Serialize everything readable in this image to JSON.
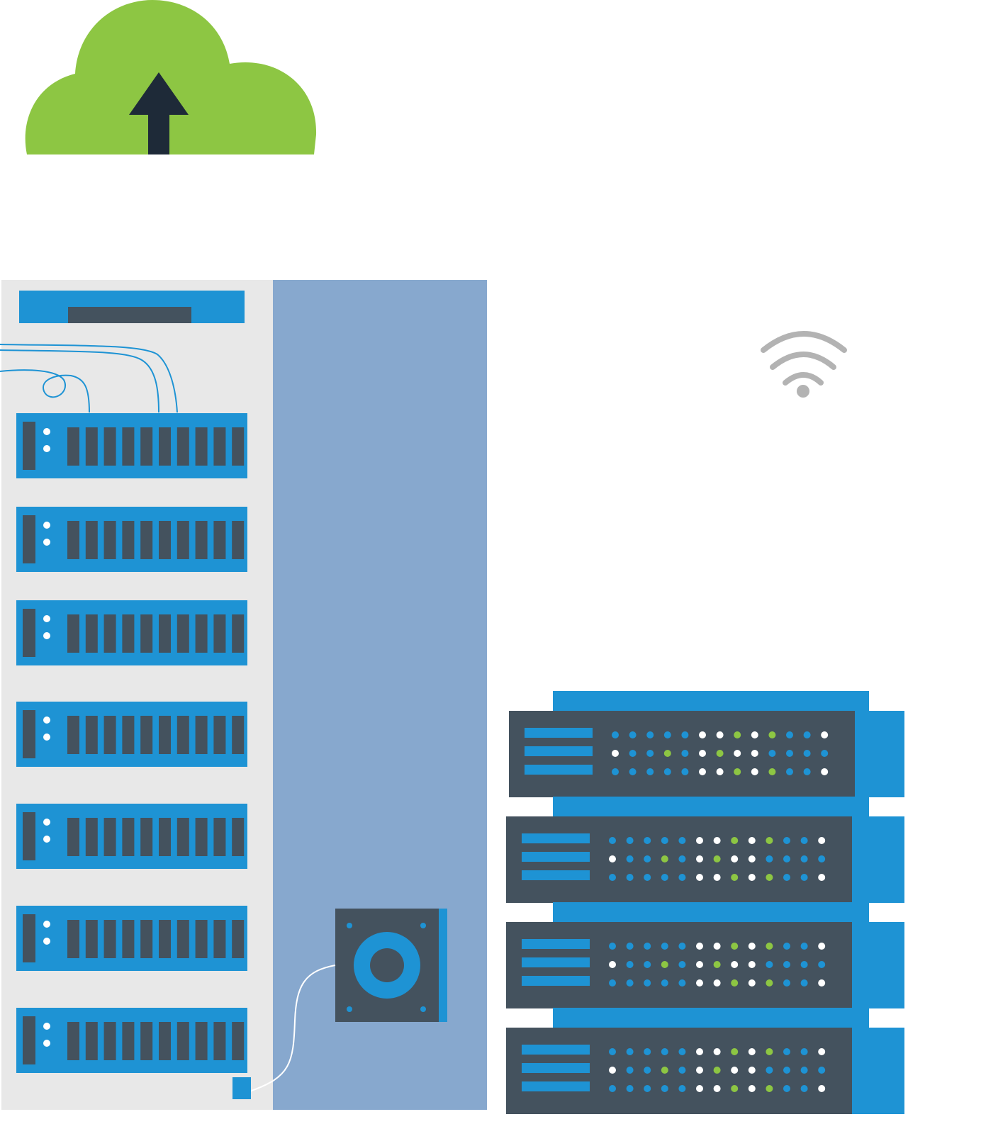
{
  "illustration": {
    "type": "datacenter-illustration",
    "has_text": false
  },
  "cloud_upload": {
    "icon": "cloud-upload-icon",
    "cloud_color": "#8DC643",
    "arrow_color": "#1E2A38"
  },
  "wifi": {
    "icon": "wifi-icon",
    "color": "#B3B3B3"
  },
  "server_tower": {
    "panel_color": "#E8E8E8",
    "side_panel_color": "#87A8CE",
    "unit_color": "#1E93D4",
    "slot_color": "#44525E",
    "led_color": "#FFFFFF",
    "cable_color": "#1E93D4",
    "unit_count": 7,
    "slots_per_unit": 10
  },
  "disk_drive": {
    "icon": "hard-disk-icon",
    "body_color": "#44525E",
    "ring_color": "#1E93D4"
  },
  "server_stack": {
    "unit_count": 4,
    "body_color": "#44525E",
    "accent_color": "#1E93D4",
    "led_rows": [
      [
        "blue",
        "blue",
        "blue",
        "blue",
        "blue",
        "white",
        "white",
        "green",
        "white",
        "green",
        "blue",
        "blue",
        "white"
      ],
      [
        "white",
        "blue",
        "blue",
        "green",
        "blue",
        "white",
        "green",
        "white",
        "white",
        "blue",
        "blue",
        "blue",
        "blue"
      ],
      [
        "blue",
        "blue",
        "blue",
        "blue",
        "blue",
        "white",
        "white",
        "green",
        "white",
        "green",
        "blue",
        "blue",
        "white"
      ]
    ],
    "led_palette": {
      "blue": "#1E93D4",
      "white": "#FFFFFF",
      "green": "#8DC643"
    }
  }
}
